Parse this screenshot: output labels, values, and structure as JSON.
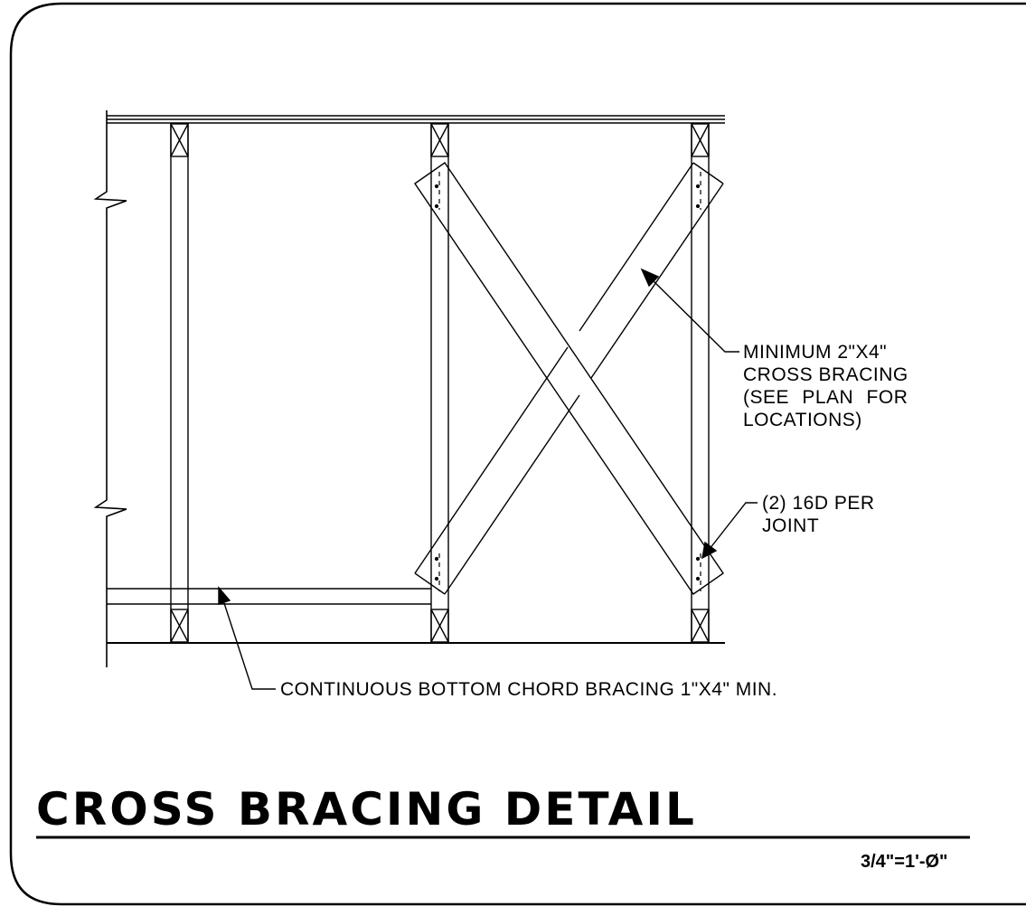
{
  "notes": {
    "cross_bracing": [
      "MINIMUM 2\"x4\"",
      "CROSS BRACING",
      "(SEE PLAN FOR",
      "LOCATIONS)"
    ],
    "nailing": [
      "(2) 16d PER",
      "JOINT"
    ],
    "bottom_chord": "CONTINUOUS BOTTOM CHORD BRACING 1\"x4\" MIN."
  },
  "title": "CROSS BRACING DETAIL",
  "scale": "3/4\"=1'-Ø\""
}
